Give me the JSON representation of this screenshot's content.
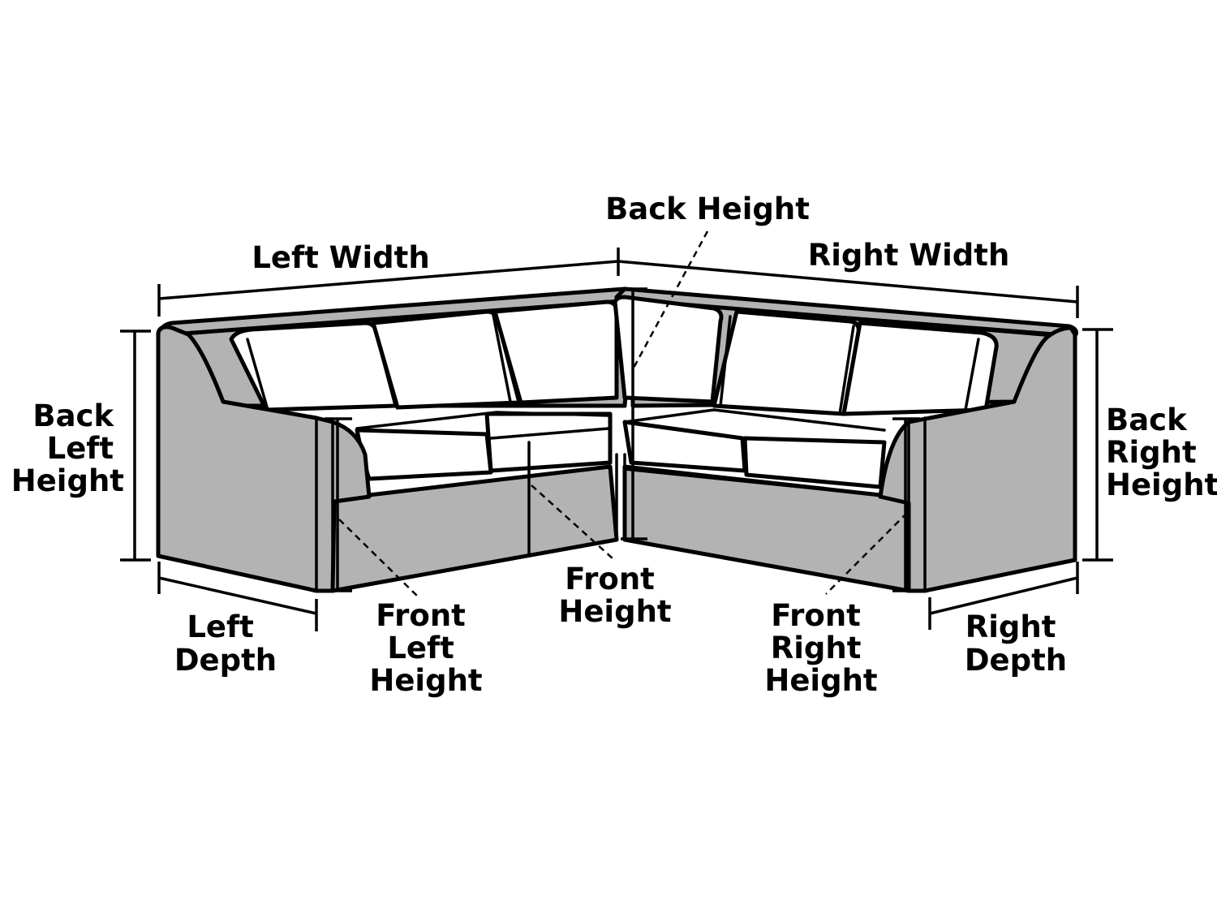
{
  "colors": {
    "cover_fill": "#b3b3b3",
    "cushion_fill": "#ffffff",
    "line": "#000000"
  },
  "labels": {
    "left_width": "Left Width",
    "right_width": "Right Width",
    "back_height": "Back Height",
    "back_left_height": [
      "Back",
      "Left",
      "Height"
    ],
    "back_right_height": [
      "Back",
      "Right",
      "Height"
    ],
    "left_depth": [
      "Left",
      "Depth"
    ],
    "right_depth": [
      "Right",
      "Depth"
    ],
    "front_left_height": [
      "Front",
      "Left",
      "Height"
    ],
    "front_height": [
      "Front",
      "Height"
    ],
    "front_right_height": [
      "Front",
      "Right",
      "Height"
    ]
  }
}
